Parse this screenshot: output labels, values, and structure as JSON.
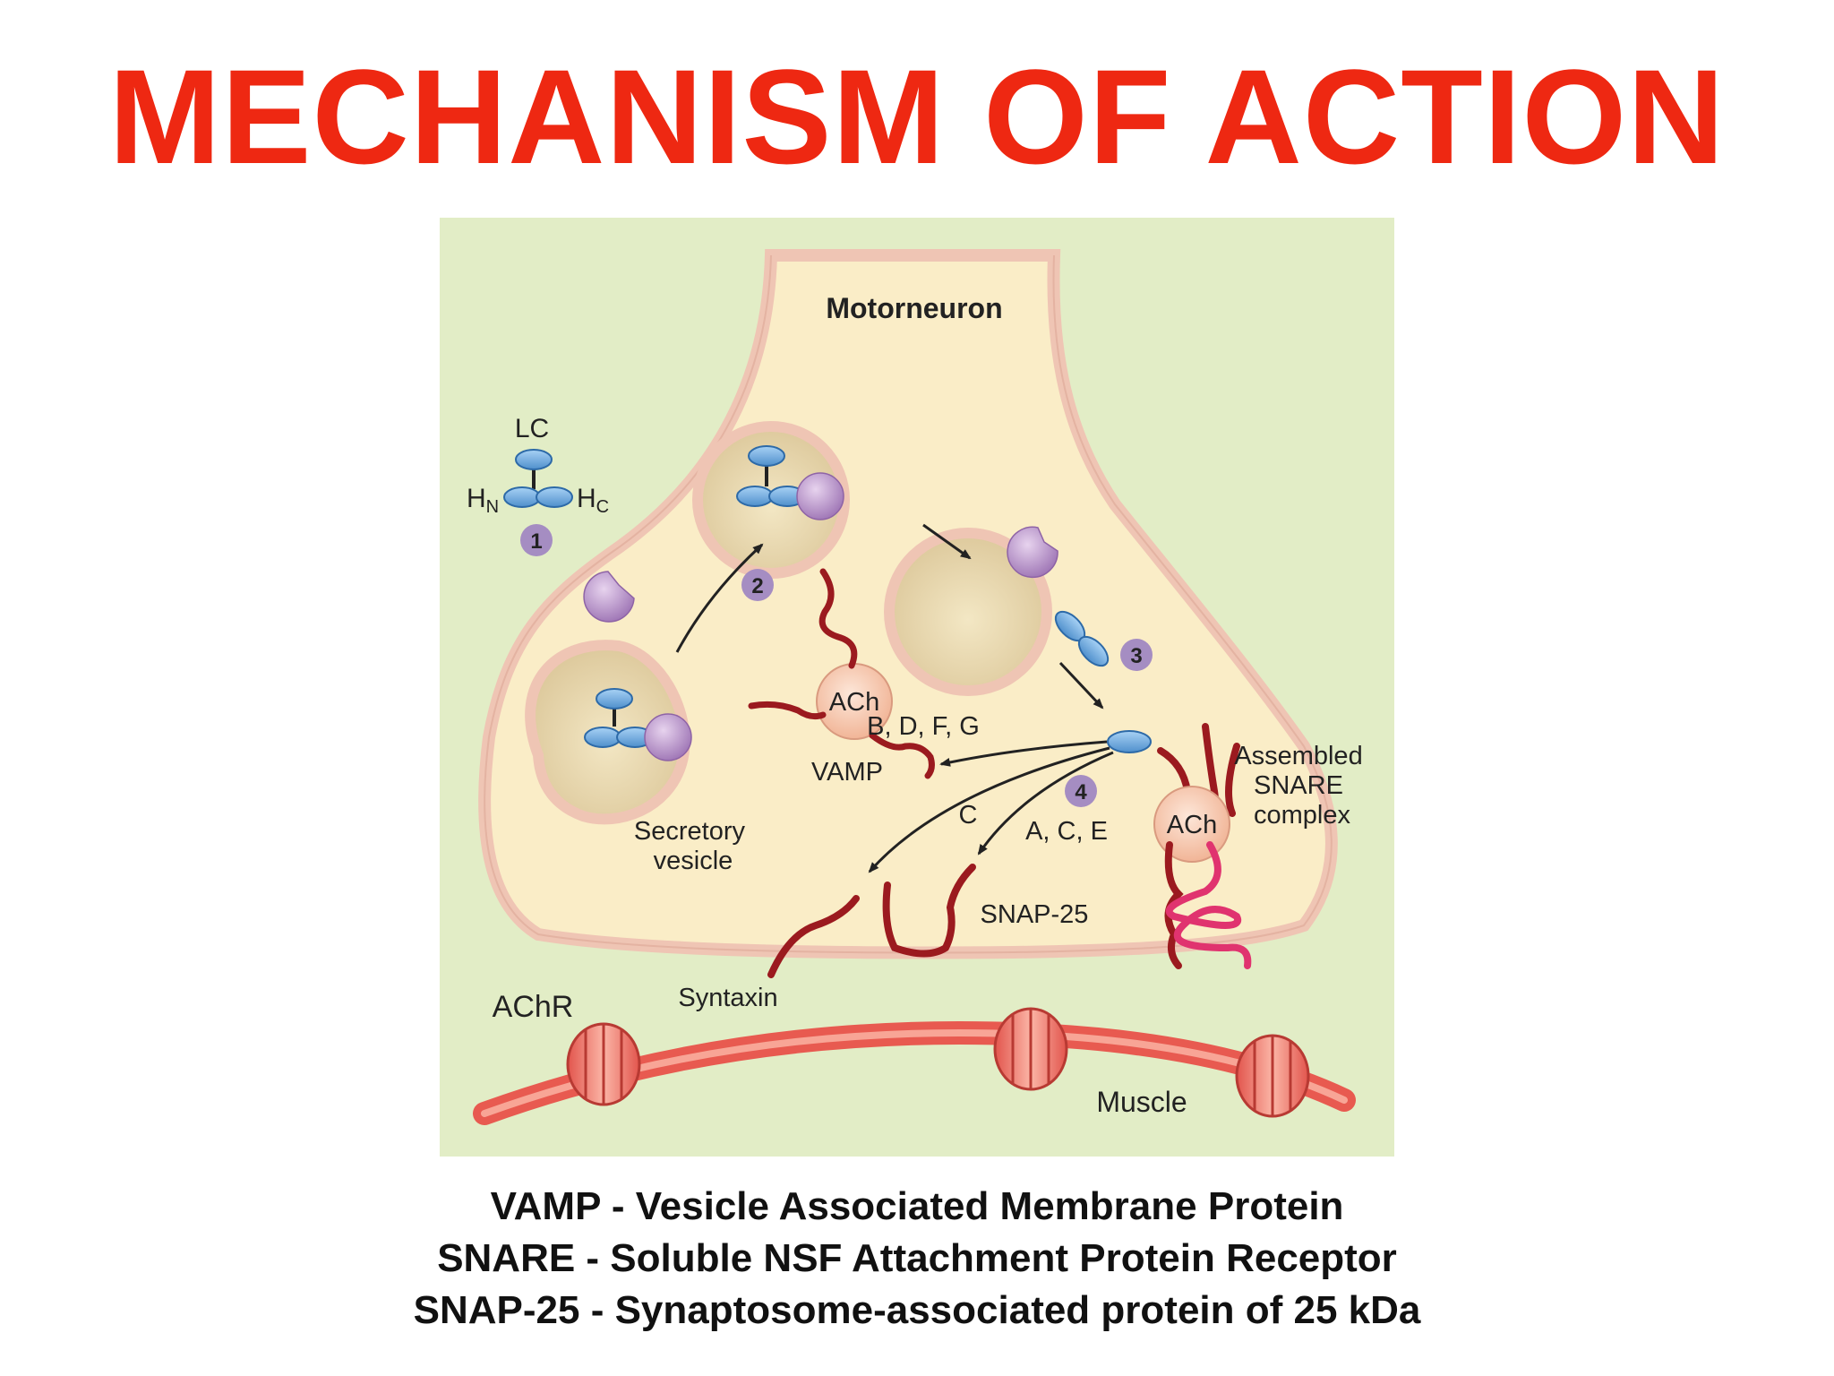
{
  "title": "MECHANISM OF ACTION",
  "diagram": {
    "motorneuron": "Motorneuron",
    "lc": "LC",
    "hn_main": "H",
    "hn_sub": "N",
    "hc_main": "H",
    "hc_sub": "C",
    "step1": "1",
    "step2": "2",
    "step3": "3",
    "step4": "4",
    "ach": "ACh",
    "ach2": "ACh",
    "serotypes_bdfg": "B, D, F, G",
    "serotype_c": "C",
    "serotypes_ace": "A, C, E",
    "vamp": "VAMP",
    "secretory_line1": "Secretory",
    "secretory_line2": "vesicle",
    "snare_line1": "Assembled",
    "snare_line2": "SNARE",
    "snare_line3": "complex",
    "snap25": "SNAP-25",
    "syntaxin": "Syntaxin",
    "achr": "AChR",
    "muscle": "Muscle"
  },
  "legend": [
    "VAMP - Vesicle Associated Membrane Protein",
    "SNARE - Soluble NSF Attachment Protein Receptor",
    "SNAP-25 - Synaptosome-associated protein of 25 kDa"
  ]
}
